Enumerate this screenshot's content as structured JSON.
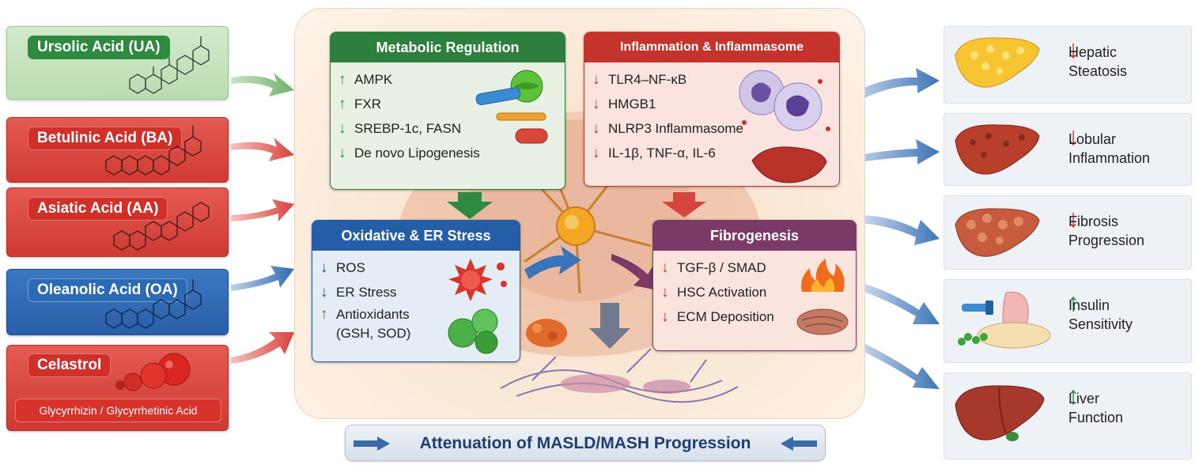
{
  "compounds": [
    {
      "name": "Ursolic Acid (UA)",
      "color": "#2e8a3e"
    },
    {
      "name": "Betulinic Acid (BA)",
      "color": "#d12f2a"
    },
    {
      "name": "Asiatic Acid (AA)",
      "color": "#d12f2a"
    },
    {
      "name": "Oleanolic Acid (OA)",
      "color": "#2d6ab6"
    },
    {
      "name": "Celastrol",
      "sub": "Glycyrrhizin / Glycyrrhetinic Acid",
      "color": "#d12f2a"
    }
  ],
  "mechanisms": {
    "metabolic": {
      "title": "Metabolic Regulation",
      "items": [
        {
          "dir": "up",
          "arrow": "↑",
          "text": "AMPK"
        },
        {
          "dir": "up",
          "arrow": "↑",
          "text": "FXR"
        },
        {
          "dir": "down",
          "arrow": "↓",
          "text": "SREBP-1c, FASN"
        },
        {
          "dir": "down",
          "arrow": "↓",
          "text": "De novo Lipogenesis"
        }
      ]
    },
    "inflammation": {
      "title": "Inflammation & Inflammasome",
      "items": [
        {
          "dir": "down",
          "arrow": "↓",
          "text": "TLR4–NF-κB"
        },
        {
          "dir": "down",
          "arrow": "↓",
          "text": "HMGB1"
        },
        {
          "dir": "down",
          "arrow": "↓",
          "text": "NLRP3 Inflammasome"
        },
        {
          "dir": "down",
          "arrow": "↓",
          "text": "IL-1β, TNF-α, IL-6"
        }
      ]
    },
    "oxidative": {
      "title": "Oxidative & ER Stress",
      "items": [
        {
          "dir": "down",
          "arrow": "↓",
          "text": "ROS"
        },
        {
          "dir": "down",
          "arrow": "↓",
          "text": "ER Stress"
        },
        {
          "dir": "up",
          "arrow": "↑",
          "text": "Antioxidants",
          "text2": "(GSH, SOD)"
        }
      ]
    },
    "fibrogenesis": {
      "title": "Fibrogenesis",
      "items": [
        {
          "dir": "down",
          "arrow": "↓",
          "text": "TGF-β / SMAD"
        },
        {
          "dir": "down",
          "arrow": "↓",
          "text": "HSC Activation"
        },
        {
          "dir": "down",
          "arrow": "↓",
          "text": "ECM Deposition"
        }
      ]
    }
  },
  "outcomes": [
    {
      "dir": "down",
      "arrow": "↓",
      "line1": "Hepatic",
      "line2": "Steatosis",
      "organ": "fatty-liver-icon"
    },
    {
      "dir": "down",
      "arrow": "↓",
      "line1": "Lobular",
      "line2": "Inflammation",
      "organ": "inflamed-liver-icon"
    },
    {
      "dir": "down",
      "arrow": "↓",
      "line1": "Fibrosis",
      "line2": "Progression",
      "organ": "fibrotic-liver-icon"
    },
    {
      "dir": "up",
      "arrow": "↑",
      "line1": "Insulin",
      "line2": "Sensitivity",
      "organ": "pancreas-icon"
    },
    {
      "dir": "up",
      "arrow": "↑",
      "line1": "Liver",
      "line2": "Function",
      "organ": "healthy-liver-icon"
    }
  ],
  "banner": {
    "text": "Attenuation of MASLD/MASH Progression"
  },
  "colors": {
    "up": "#208a3c",
    "down": "#c8302b",
    "down_blue": "#1f4e8e",
    "flow_arrow": "#3a74b8"
  }
}
